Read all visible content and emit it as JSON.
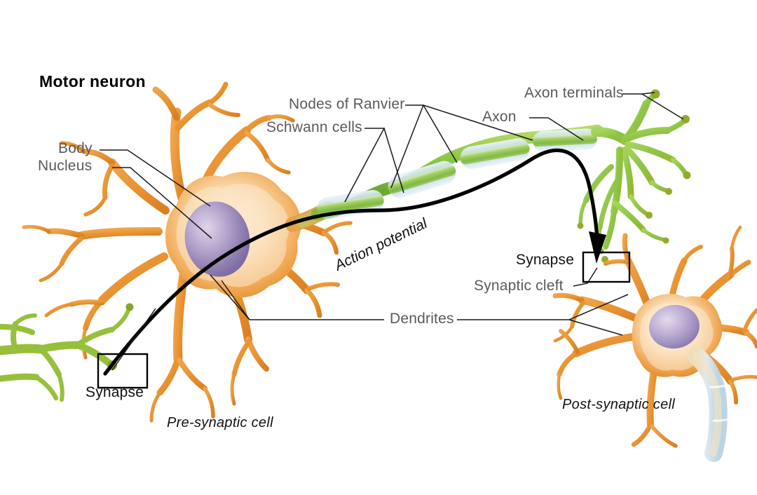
{
  "figure": {
    "title": "Motor neuron",
    "domain_kind": "biological-diagram",
    "background_color": "#ffffff"
  },
  "labels": {
    "title": "Motor neuron",
    "body": "Body",
    "nucleus": "Nucleus",
    "nodes_of_ranvier": "Nodes of Ranvier",
    "schwann_cells": "Schwann cells",
    "axon": "Axon",
    "axon_terminals": "Axon terminals",
    "action_potential": "Action potential",
    "dendrites": "Dendrites",
    "synapse_left": "Synapse",
    "synapse_right": "Synapse",
    "synaptic_cleft": "Synaptic cleft",
    "pre_synaptic_cell": "Pre-synaptic cell",
    "post_synaptic_cell": "Post-synaptic cell"
  },
  "colors": {
    "soma_orange": "#eb9237",
    "soma_light": "#fbe3c0",
    "dendrite_orange": "#e8912f",
    "nucleus_purple": "#8e7fb0",
    "nucleus_light": "#c9bedd",
    "axon_green": "#7cbf3f",
    "axon_green_light": "#a8d45e",
    "myelin_blue": "#c3dced",
    "arrow_black": "#000000",
    "leader_line": "#1a1a1a",
    "text_gray": "#5a5a5c",
    "text_black": "#111111"
  },
  "parts": [
    {
      "name": "pre-synaptic-cell-body",
      "label": "Body",
      "color": "#eb9237"
    },
    {
      "name": "nucleus",
      "label": "Nucleus",
      "color": "#8e7fb0"
    },
    {
      "name": "dendrites",
      "label": "Dendrites",
      "color": "#e8912f"
    },
    {
      "name": "axon",
      "label": "Axon",
      "color": "#7cbf3f"
    },
    {
      "name": "myelin-sheath",
      "label": "Schwann cells",
      "color": "#c3dced"
    },
    {
      "name": "nodes-of-ranvier",
      "label": "Nodes of Ranvier",
      "color": "#7cbf3f"
    },
    {
      "name": "axon-terminals",
      "label": "Axon terminals",
      "color": "#a8d45e"
    },
    {
      "name": "synapse",
      "label": "Synapse",
      "color": "#000000"
    },
    {
      "name": "synaptic-cleft",
      "label": "Synaptic cleft",
      "color": "#000000"
    },
    {
      "name": "action-potential",
      "label": "Action potential",
      "color": "#000000"
    }
  ]
}
